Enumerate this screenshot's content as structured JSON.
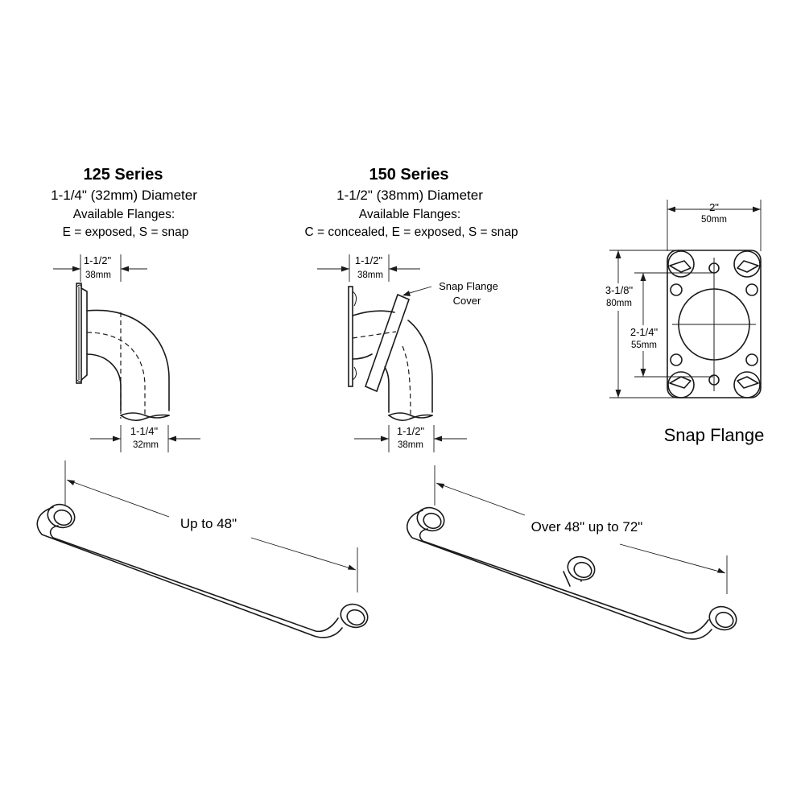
{
  "series_125": {
    "title": "125 Series",
    "diameter": "1-1/4\" (32mm) Diameter",
    "flanges_label": "Available Flanges:",
    "flanges": "E = exposed, S = snap",
    "top_dim_in": "1-1/2\"",
    "top_dim_mm": "38mm",
    "bottom_dim_in": "1-1/4\"",
    "bottom_dim_mm": "32mm"
  },
  "series_150": {
    "title": "150 Series",
    "diameter": "1-1/2\" (38mm) Diameter",
    "flanges_label": "Available Flanges:",
    "flanges": "C = concealed, E = exposed, S = snap",
    "top_dim_in": "1-1/2\"",
    "top_dim_mm": "38mm",
    "cover_label_1": "Snap Flange",
    "cover_label_2": "Cover",
    "bottom_dim_in": "1-1/2\"",
    "bottom_dim_mm": "38mm"
  },
  "snap_flange": {
    "width_in": "2\"",
    "width_mm": "50mm",
    "height_in": "3-1/8\"",
    "height_mm": "80mm",
    "inner_in": "2-1/4\"",
    "inner_mm": "55mm",
    "caption": "Snap Flange"
  },
  "bar_short": {
    "length_label": "Up to 48\""
  },
  "bar_long": {
    "length_label": "Over 48\" up to 72\""
  }
}
